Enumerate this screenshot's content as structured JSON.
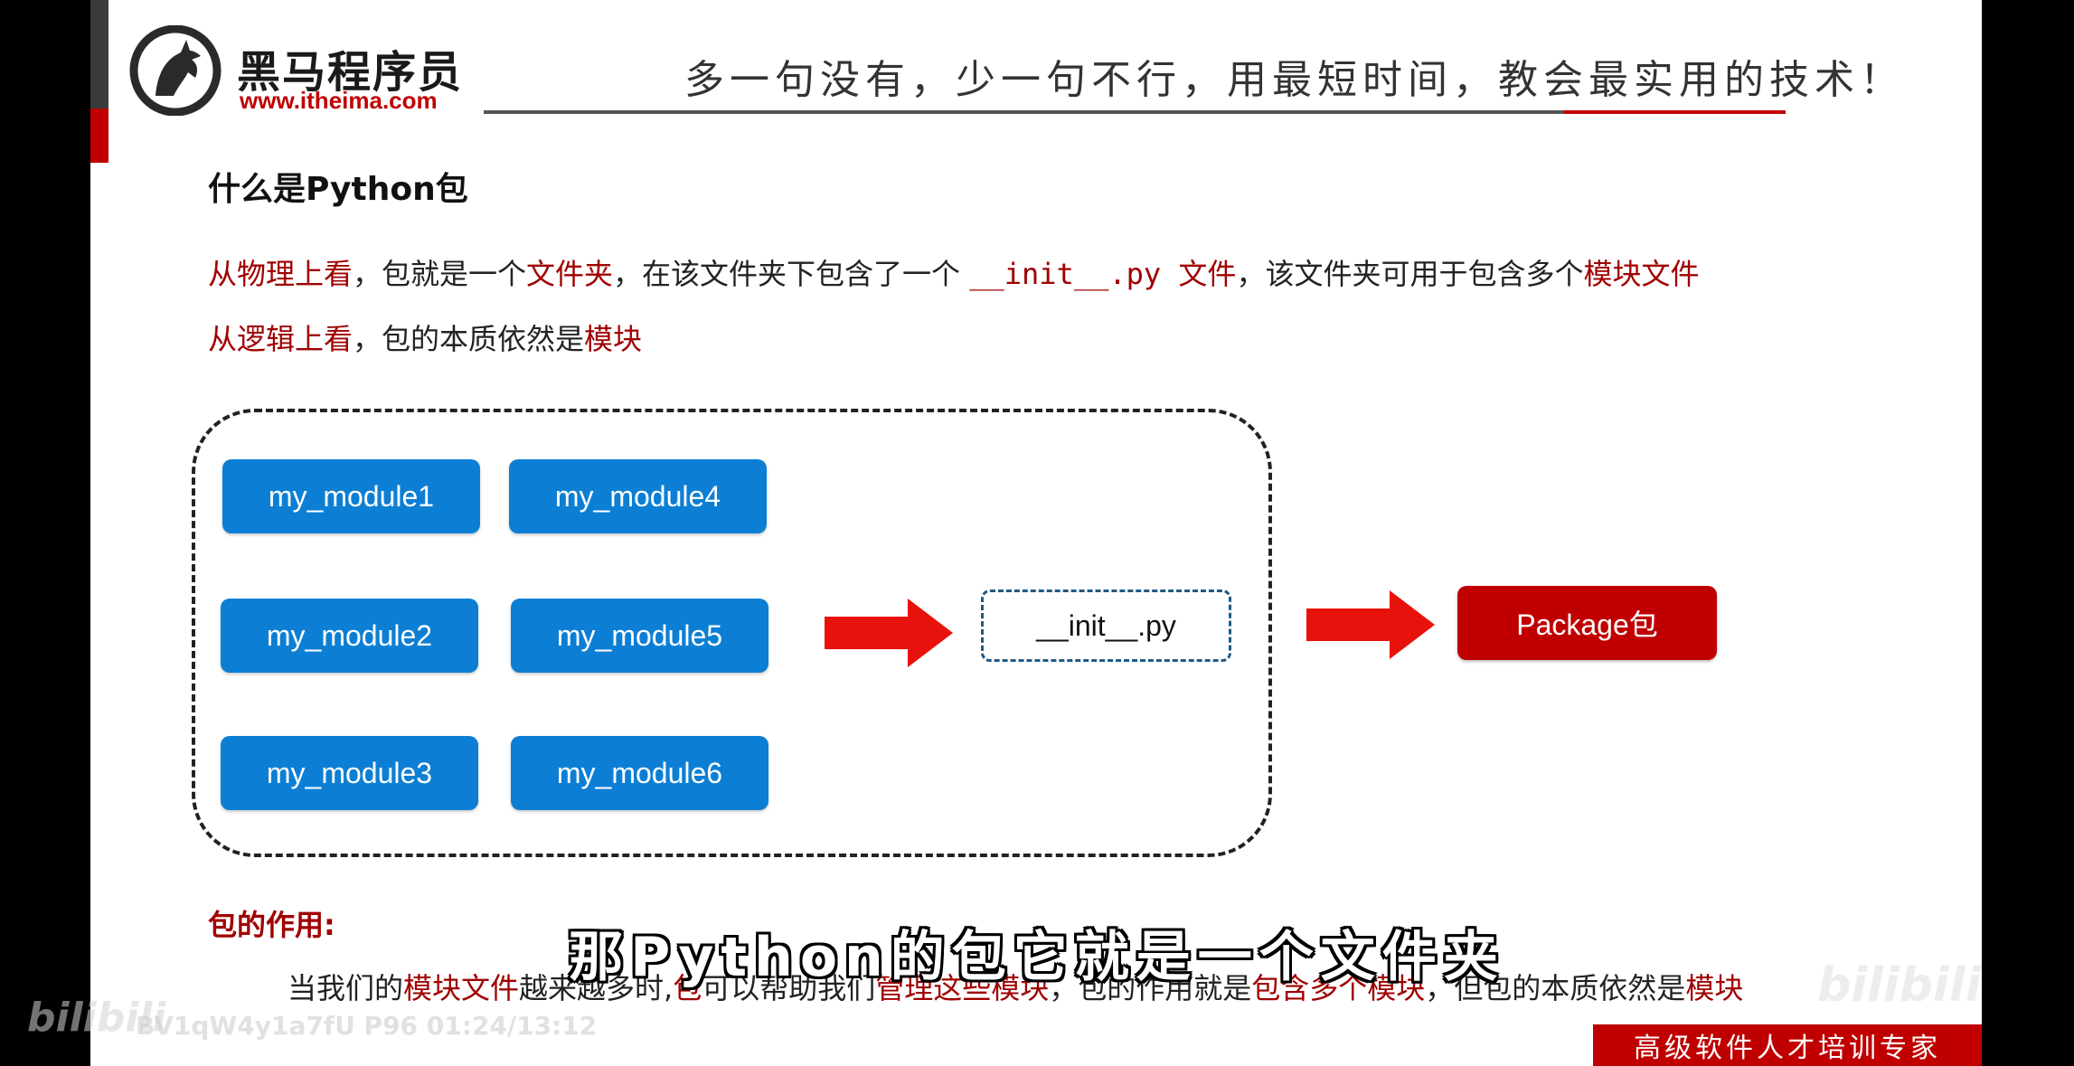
{
  "header": {
    "brand_name": "黑马程序员",
    "brand_url": "www.itheima.com",
    "slogan": "多一句没有，少一句不行，用最短时间，教会最实用的技术！"
  },
  "slide": {
    "title": "什么是Python包",
    "line1": {
      "p1": "从物理上看",
      "p2": "，包就是一个",
      "p3": "文件夹",
      "p4": "，在该文件夹下包含了一个 ",
      "p5": "__init__.py 文件",
      "p6": "，该文件夹可用于包含多个",
      "p7": "模块文件"
    },
    "line2": {
      "p1": "从逻辑上看",
      "p2": "，包的本质依然是",
      "p3": "模块"
    },
    "modules": [
      "my_module1",
      "my_module2",
      "my_module3",
      "my_module4",
      "my_module5",
      "my_module6"
    ],
    "init_file": "__init__.py",
    "package_label": "Package包",
    "role_title": "包的作用:",
    "role_text": {
      "p1": "当我们的",
      "p2": "模块文件",
      "p3": "越来越多时,",
      "p4": "包",
      "p5": "可以帮助我们",
      "p6": "管理这些模块",
      "p7": "，包的作用就是",
      "p8": "包含多个模块",
      "p9": "，但包的本质依然是",
      "p10": "模块"
    },
    "footer": "高级软件人才培训专家"
  },
  "overlay": {
    "subtitle": "那Python的包它就是一个文件夹",
    "bili_logo": "bilibili",
    "video_id": "BV1qW4y1a7fU P96 01:24/13:12",
    "watermark": "bilibili"
  },
  "colors": {
    "accent_red": "#c00000",
    "module_blue": "#0c7fd4",
    "text_red": "#a00000"
  },
  "icons": [
    "horse-logo-icon",
    "right-arrow-icon"
  ]
}
